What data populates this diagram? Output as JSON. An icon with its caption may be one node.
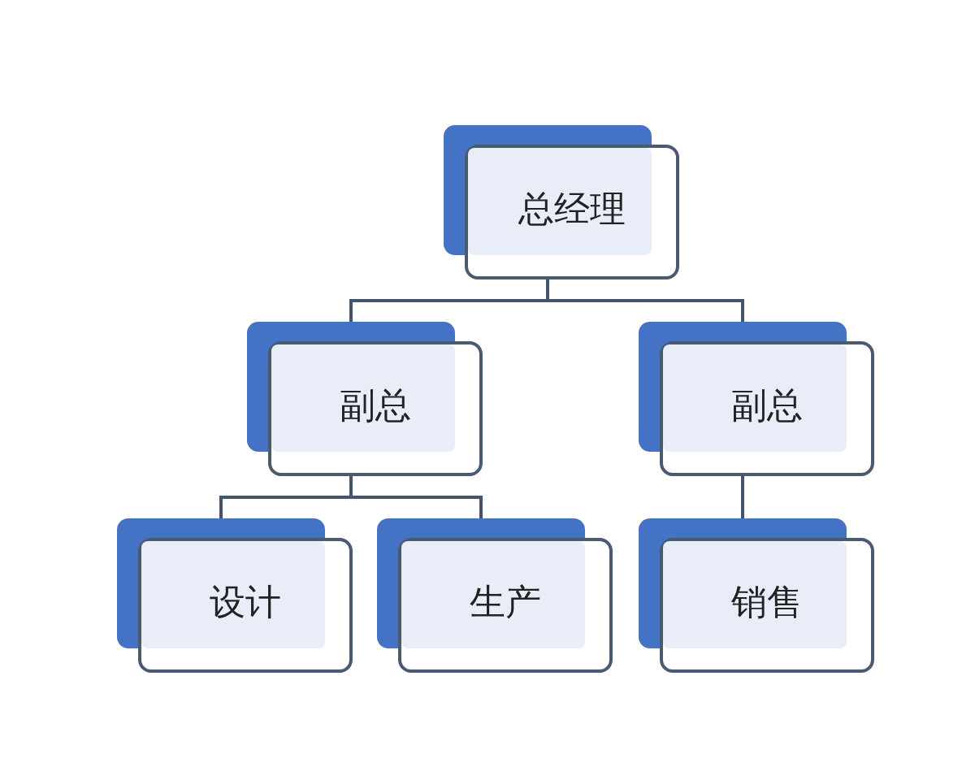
{
  "diagram": {
    "nodes": [
      {
        "text": [
          "总经理"
        ]
      },
      {
        "text": [
          "副总"
        ]
      },
      {
        "text": [
          "副总"
        ]
      },
      {
        "text": [
          "设计"
        ]
      },
      {
        "text": [
          "生产"
        ]
      },
      {
        "text": [
          "销售"
        ]
      }
    ],
    "edges": [
      {
        "from": 0,
        "to": 1,
        "arrow": "none"
      },
      {
        "from": 0,
        "to": 2,
        "arrow": "none"
      },
      {
        "from": 1,
        "to": 3,
        "arrow": "none"
      },
      {
        "from": 1,
        "to": 4,
        "arrow": "none"
      },
      {
        "from": 2,
        "to": 5,
        "arrow": "none"
      }
    ]
  }
}
